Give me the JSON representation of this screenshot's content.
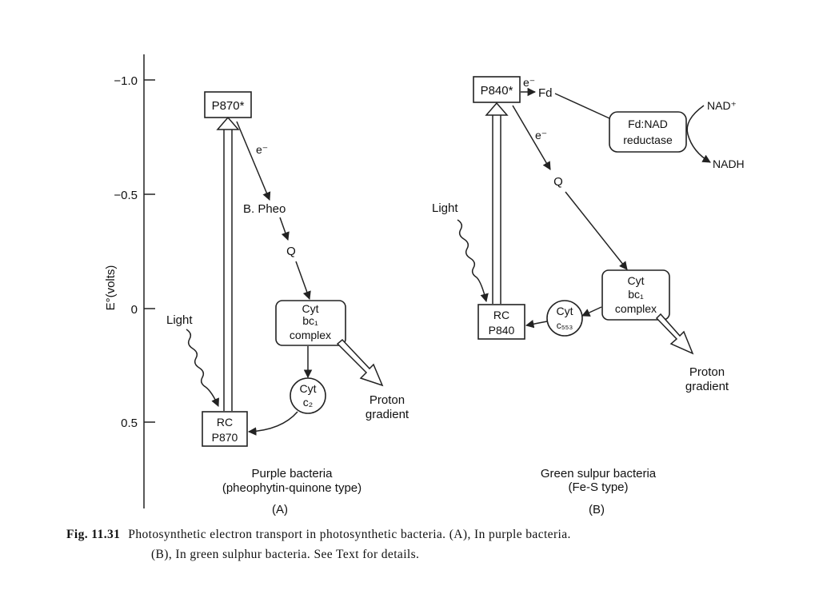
{
  "axis": {
    "label": "E°(volts)",
    "ticks": [
      "−1.0",
      "−0.5",
      "0",
      "0.5"
    ]
  },
  "panel_a": {
    "p870_star": "P870*",
    "electron": "e⁻",
    "b_pheo": "B. Pheo",
    "quinone": "Q",
    "cyt_bc1": [
      "Cyt",
      "bc₁",
      "complex"
    ],
    "cyt_c2": [
      "Cyt",
      "c₂"
    ],
    "rc": [
      "RC",
      "P870"
    ],
    "light": "Light",
    "proton": [
      "Proton",
      "gradient"
    ],
    "title": [
      "Purple bacteria",
      "(pheophytin-quinone type)"
    ],
    "letter": "(A)"
  },
  "panel_b": {
    "p840_star": "P840*",
    "electron_top": "e⁻",
    "fd": "Fd",
    "reductase": [
      "Fd:NAD",
      "reductase"
    ],
    "nad": "NAD⁺",
    "nadh": "NADH",
    "electron": "e⁻",
    "quinone": "Q",
    "light": "Light",
    "cyt_bc1": [
      "Cyt",
      "bc₁",
      "complex"
    ],
    "cyt_c553": [
      "Cyt",
      "c₅₅₃"
    ],
    "rc": [
      "RC",
      "P840"
    ],
    "proton": [
      "Proton",
      "gradient"
    ],
    "title": [
      "Green sulpur bacteria",
      "(Fe-S type)"
    ],
    "letter": "(B)"
  },
  "caption": {
    "figure_number": "Fig. 11.31",
    "line1": "Photosynthetic electron transport in photosynthetic bacteria. (A), In purple bacteria.",
    "line2": "(B), In green sulphur bacteria. See Text for details."
  }
}
